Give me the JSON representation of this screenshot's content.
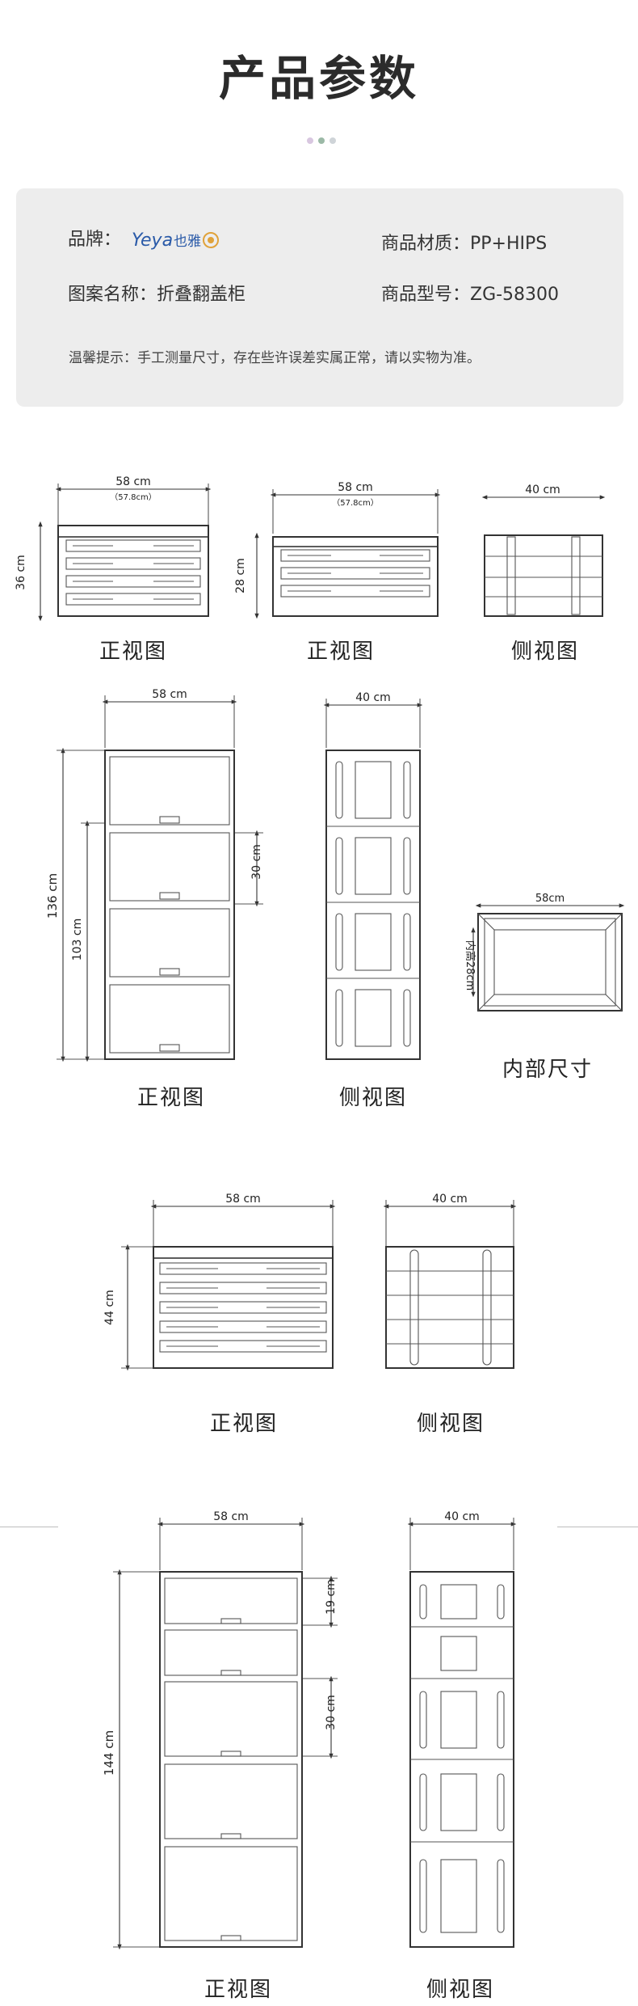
{
  "page_title": "产品参数",
  "colors": {
    "dot1": "#d8c7e0",
    "dot2": "#9bb9a6",
    "dot3": "#cfd4d8",
    "box_bg": "#ededed"
  },
  "params": {
    "brand_label": "品牌：",
    "brand_logo_text": "Yeya",
    "brand_logo_cn": "也雅",
    "material": "商品材质：PP+HIPS",
    "pattern": "图案名称：折叠翻盖柜",
    "model": "商品型号：ZG-58300",
    "note": "温馨提示：手工测量尺寸，存在些许误差实属正常，请以实物为准。"
  },
  "section1": {
    "d1_width": "58 cm",
    "d1_width_sub": "（57.8cm）",
    "d1_height": "36 cm",
    "d1_caption": "正视图",
    "d2_width": "58 cm",
    "d2_width_sub": "（57.8cm）",
    "d2_height": "28 cm",
    "d2_caption": "正视图",
    "d3_width": "40 cm",
    "d3_caption": "侧视图"
  },
  "section2": {
    "front_width": "58 cm",
    "front_total": "136 cm",
    "front_inner": "103 cm",
    "front_drawer": "30 cm",
    "front_caption": "正视图",
    "side_width": "40 cm",
    "side_caption": "侧视图",
    "inner_width": "58cm",
    "inner_height": "内高28cm",
    "inner_caption": "内部尺寸"
  },
  "section3": {
    "front_width": "58 cm",
    "front_height": "44 cm",
    "front_caption": "正视图",
    "side_width": "40 cm",
    "side_caption": "侧视图"
  },
  "section4": {
    "front_width": "58 cm",
    "front_total": "144 cm",
    "front_d1": "19 cm",
    "front_d2": "30 cm",
    "front_caption": "正视图",
    "side_width": "40 cm",
    "side_caption": "侧视图"
  }
}
